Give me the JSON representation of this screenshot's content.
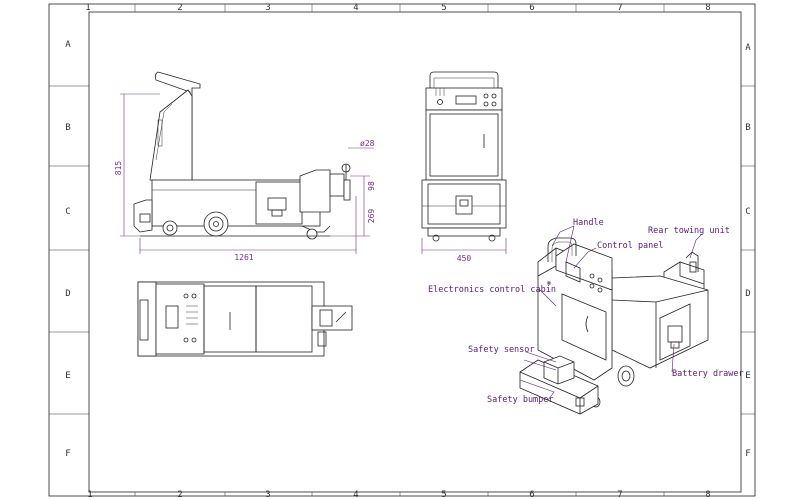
{
  "frame": {
    "columns": [
      "1",
      "2",
      "3",
      "4",
      "5",
      "6",
      "7",
      "8"
    ],
    "rows": [
      "A",
      "B",
      "C",
      "D",
      "E",
      "F"
    ]
  },
  "dimensions": {
    "overall_length": "1261",
    "overall_height": "815",
    "hitch_diameter": "ø28",
    "hitch_height": "98",
    "base_height": "269",
    "width": "450"
  },
  "callouts": [
    {
      "id": "handle",
      "label": "Handle"
    },
    {
      "id": "control-panel",
      "label": "Control panel"
    },
    {
      "id": "rear-towing-unit",
      "label": "Rear towing unit"
    },
    {
      "id": "electronics-control-cabin",
      "label": "Electronics control cabin"
    },
    {
      "id": "safety-sensor",
      "label": "Safety sensor"
    },
    {
      "id": "battery-drawer",
      "label": "Battery drawer"
    },
    {
      "id": "safety-bumper",
      "label": "Safety bumper"
    }
  ]
}
